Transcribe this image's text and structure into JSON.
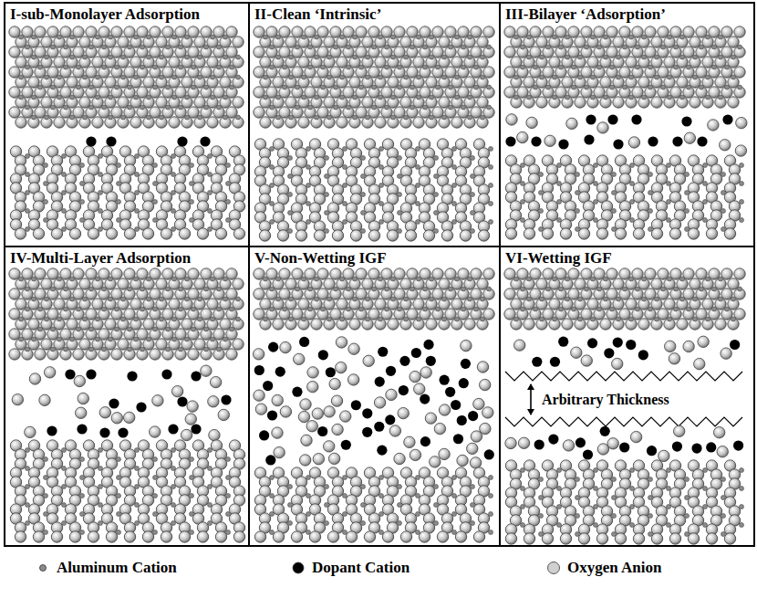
{
  "diagram": {
    "nodes": [
      {
        "text": [
          "I-sub-Monolayer Adsorption"
        ]
      },
      {
        "text": [
          "II-Clean ‘Intrinsic’"
        ]
      },
      {
        "text": [
          "III-Bilayer ‘Adsorption’"
        ]
      },
      {
        "text": [
          "IV-Multi-Layer Adsorption"
        ]
      },
      {
        "text": [
          "V-Non-Wetting IGF"
        ]
      },
      {
        "text": [
          "VI-Wetting IGF"
        ]
      }
    ],
    "labels": [
      "Arbitrary Thickness"
    ],
    "legend": [
      {
        "text": "Aluminum Cation",
        "color": "#8c8c8c"
      },
      {
        "text": "Dopant Cation",
        "color": "#000000"
      },
      {
        "text": "Oxygen Anion",
        "color": "#d0d0d0"
      }
    ]
  }
}
